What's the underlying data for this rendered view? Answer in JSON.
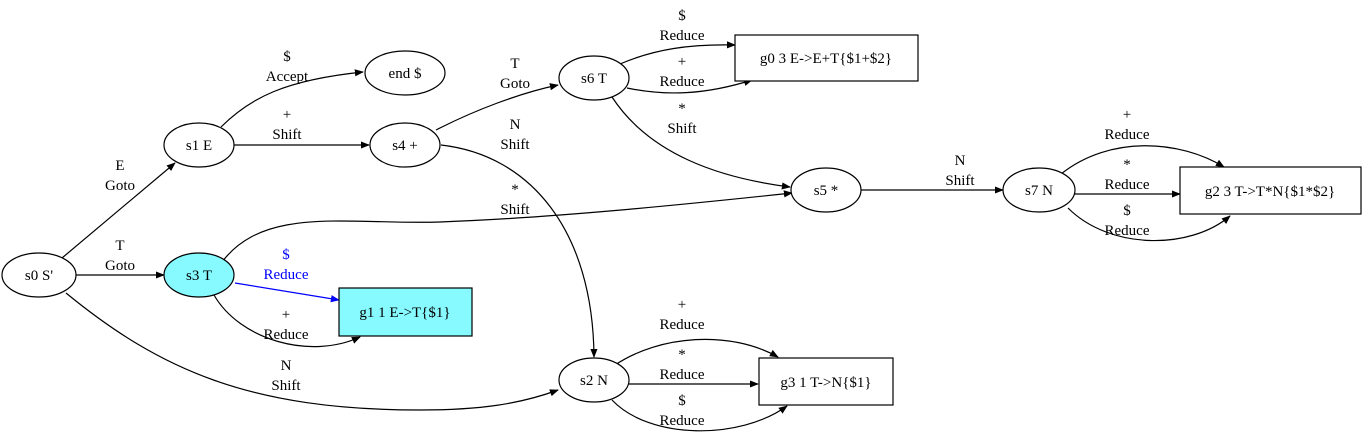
{
  "colors": {
    "highlight_fill": "#87faff",
    "highlight_edge": "#0000ff",
    "default_stroke": "#000000"
  },
  "nodes": {
    "s0": "s0 S'",
    "s1": "s1 E",
    "s2": "s2 N",
    "s3": "s3 T",
    "s4": "s4 +",
    "s5": "s5 *",
    "s6": "s6 T",
    "s7": "s7 N",
    "end": "end $",
    "g0": "g0 3 E->E+T{$1+$2}",
    "g1": "g1 1 E->T{$1}",
    "g2": "g2 3 T->T*N{$1*$2}",
    "g3": "g3 1 T->N{$1}"
  },
  "edges": {
    "s1_end": {
      "symbol": "$",
      "action": "Accept"
    },
    "s1_s4": {
      "symbol": "+",
      "action": "Shift"
    },
    "s0_s1": {
      "symbol": "E",
      "action": "Goto"
    },
    "s4_s6": {
      "symbol": "T",
      "action": "Goto"
    },
    "s4_s2": {
      "symbol": "N",
      "action": "Shift"
    },
    "s6_g0_dollar": {
      "symbol": "$",
      "action": "Reduce"
    },
    "s6_g0_plus": {
      "symbol": "+",
      "action": "Reduce"
    },
    "s6_s5": {
      "symbol": "*",
      "action": "Shift"
    },
    "s5_s7": {
      "symbol": "N",
      "action": "Shift"
    },
    "s7_g2_plus": {
      "symbol": "+",
      "action": "Reduce"
    },
    "s7_g2_star": {
      "symbol": "*",
      "action": "Reduce"
    },
    "s7_g2_dollar": {
      "symbol": "$",
      "action": "Reduce"
    },
    "s3_s5": {
      "symbol": "*",
      "action": "Shift"
    },
    "s0_s3": {
      "symbol": "T",
      "action": "Goto"
    },
    "s3_g1_dollar": {
      "symbol": "$",
      "action": "Reduce"
    },
    "s3_g1_plus": {
      "symbol": "+",
      "action": "Reduce"
    },
    "s0_s2": {
      "symbol": "N",
      "action": "Shift"
    },
    "s2_g3_plus": {
      "symbol": "+",
      "action": "Reduce"
    },
    "s2_g3_star": {
      "symbol": "*",
      "action": "Reduce"
    },
    "s2_g3_dollar": {
      "symbol": "$",
      "action": "Reduce"
    }
  }
}
